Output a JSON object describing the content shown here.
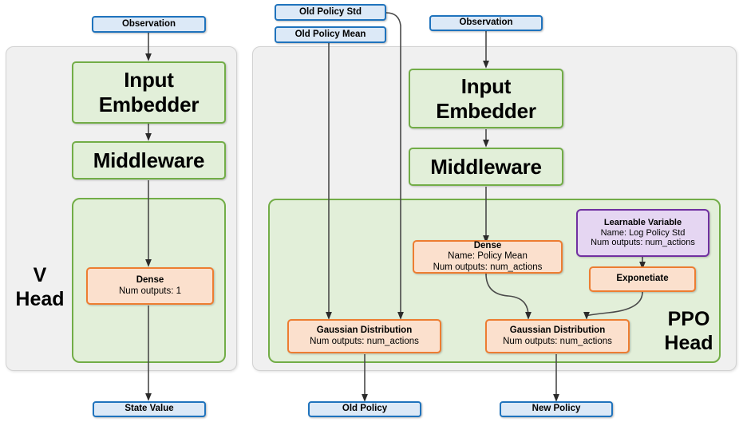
{
  "diagram": {
    "title": "V Head and PPO Head network architecture",
    "colors": {
      "io_fill": "#dce9f7",
      "io_stroke": "#1f73bd",
      "module_fill": "#e2efd9",
      "module_stroke": "#72ad47",
      "op_fill": "#fbe0cd",
      "op_stroke": "#ed7d31",
      "var_fill": "#e5d6f2",
      "var_stroke": "#7030a0",
      "panel_fill": "#f0f0f0",
      "panel_stroke": "#d2d2d2",
      "arrow": "#404040"
    },
    "groups": [
      {
        "id": "v-head",
        "label": "V\nHead"
      },
      {
        "id": "ppo-head",
        "label": "PPO\nHead"
      }
    ],
    "inputs": [
      {
        "id": "observation-left",
        "label": "Observation"
      },
      {
        "id": "old-policy-std",
        "label": "Old Policy Std"
      },
      {
        "id": "old-policy-mean",
        "label": "Old Policy Mean"
      },
      {
        "id": "observation-right",
        "label": "Observation"
      }
    ],
    "outputs": [
      {
        "id": "state-value",
        "label": "State Value"
      },
      {
        "id": "old-policy",
        "label": "Old Policy"
      },
      {
        "id": "new-policy",
        "label": "New Policy"
      }
    ],
    "v_head": {
      "input_embedder": "Input Embedder",
      "middleware": "Middleware",
      "dense": {
        "title": "Dense",
        "num_outputs": "Num outputs: 1"
      }
    },
    "ppo_head": {
      "input_embedder": "Input Embedder",
      "middleware": "Middleware",
      "dense": {
        "title": "Dense",
        "name": "Name: Policy Mean",
        "num_outputs": "Num outputs: num_actions"
      },
      "learnable_variable": {
        "title": "Learnable Variable",
        "name": "Name: Log Policy Std",
        "num_outputs": "Num outputs: num_actions"
      },
      "exponetiate": "Exponetiate",
      "gaussian_old": {
        "title": "Gaussian Distribution",
        "num_outputs": "Num outputs: num_actions"
      },
      "gaussian_new": {
        "title": "Gaussian Distribution",
        "num_outputs": "Num outputs: num_actions"
      }
    },
    "edges": [
      {
        "from": "observation-left",
        "to": "v-input-embedder"
      },
      {
        "from": "v-input-embedder",
        "to": "v-middleware"
      },
      {
        "from": "v-middleware",
        "to": "v-dense"
      },
      {
        "from": "v-dense",
        "to": "state-value"
      },
      {
        "from": "observation-right",
        "to": "ppo-input-embedder"
      },
      {
        "from": "ppo-input-embedder",
        "to": "ppo-middleware"
      },
      {
        "from": "ppo-middleware",
        "to": "ppo-dense"
      },
      {
        "from": "ppo-dense",
        "to": "gaussian-new"
      },
      {
        "from": "learnable-variable",
        "to": "exponetiate"
      },
      {
        "from": "exponetiate",
        "to": "gaussian-new"
      },
      {
        "from": "old-policy-mean",
        "to": "gaussian-old"
      },
      {
        "from": "old-policy-std",
        "to": "gaussian-old"
      },
      {
        "from": "gaussian-old",
        "to": "old-policy"
      },
      {
        "from": "gaussian-new",
        "to": "new-policy"
      }
    ]
  }
}
